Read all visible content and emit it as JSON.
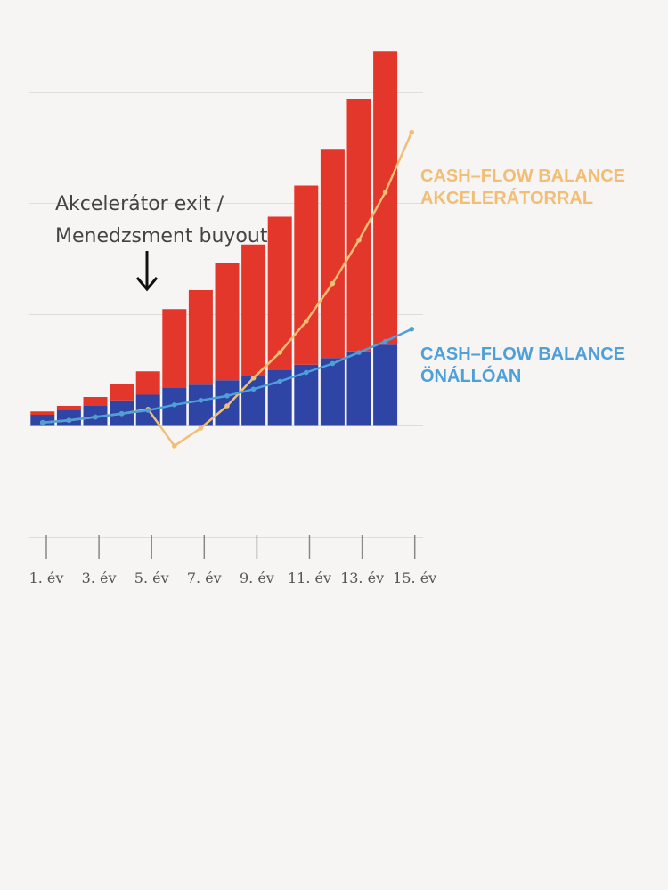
{
  "chart_data": {
    "type": "bar",
    "x_tick_labels": [
      "1. év",
      "3. év",
      "5. év",
      "7. év",
      "9. év",
      "11. év",
      "13. év",
      "15. év"
    ],
    "categories": [
      1,
      2,
      3,
      4,
      5,
      6,
      7,
      8,
      9,
      10,
      11,
      12,
      13,
      14
    ],
    "ylim": [
      -1.1,
      3.3
    ],
    "grid": true,
    "stacked_bars": [
      {
        "name": "",
        "color": "#2e45a6",
        "values": [
          0.1,
          0.14,
          0.18,
          0.23,
          0.28,
          0.34,
          0.37,
          0.41,
          0.45,
          0.5,
          0.55,
          0.61,
          0.67,
          0.73
        ]
      },
      {
        "name": "",
        "color": "#e3372b",
        "values": [
          0.03,
          0.04,
          0.08,
          0.15,
          0.21,
          0.71,
          0.85,
          1.05,
          1.18,
          1.38,
          1.61,
          1.88,
          2.27,
          2.64
        ]
      }
    ],
    "lines": [
      {
        "name": "CASH-FLOW BALANCE AKCELERÁTORRAL",
        "label_lines": [
          "CASH–FLOW BALANCE",
          "AKCELERÁTORRAL"
        ],
        "color": "#f2bd74",
        "x": [
          1,
          2,
          3,
          4,
          5,
          6,
          7,
          8,
          9,
          10,
          11,
          12,
          13,
          14,
          15
        ],
        "values": [
          0.03,
          0.05,
          0.08,
          0.11,
          0.15,
          -0.18,
          -0.02,
          0.18,
          0.43,
          0.66,
          0.94,
          1.28,
          1.67,
          2.1,
          2.64
        ]
      },
      {
        "name": "CASH-FLOW BALANCE ÖNÁLLÓAN",
        "label_lines": [
          "CASH–FLOW BALANCE",
          "ÖNÁLLÓAN"
        ],
        "color": "#4fa0d8",
        "x": [
          1,
          2,
          3,
          4,
          5,
          6,
          7,
          8,
          9,
          10,
          11,
          12,
          13,
          14,
          15
        ],
        "values": [
          0.03,
          0.05,
          0.08,
          0.11,
          0.14,
          0.19,
          0.23,
          0.27,
          0.33,
          0.4,
          0.48,
          0.56,
          0.66,
          0.76,
          0.87
        ]
      }
    ],
    "annotations": [
      {
        "lines": [
          "Akcelerátor exit /",
          "Menedzsment buyout"
        ],
        "arrow": "↓",
        "at_x": 5
      }
    ]
  }
}
